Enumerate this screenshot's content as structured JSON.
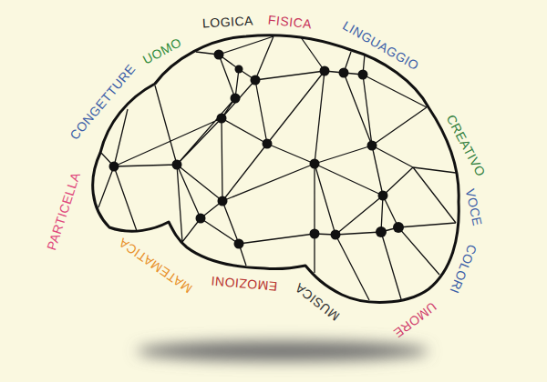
{
  "diagram": {
    "labels": [
      "PARTICELLA",
      "CONGETTURE",
      "UOMO",
      "LOGICA",
      "FISICA",
      "LINGUAGGIO",
      "CREATIVO",
      "VOCE",
      "COLORI",
      "UMORE",
      "MUSICA",
      "EMOZIONI",
      "MATEMATICA"
    ]
  }
}
